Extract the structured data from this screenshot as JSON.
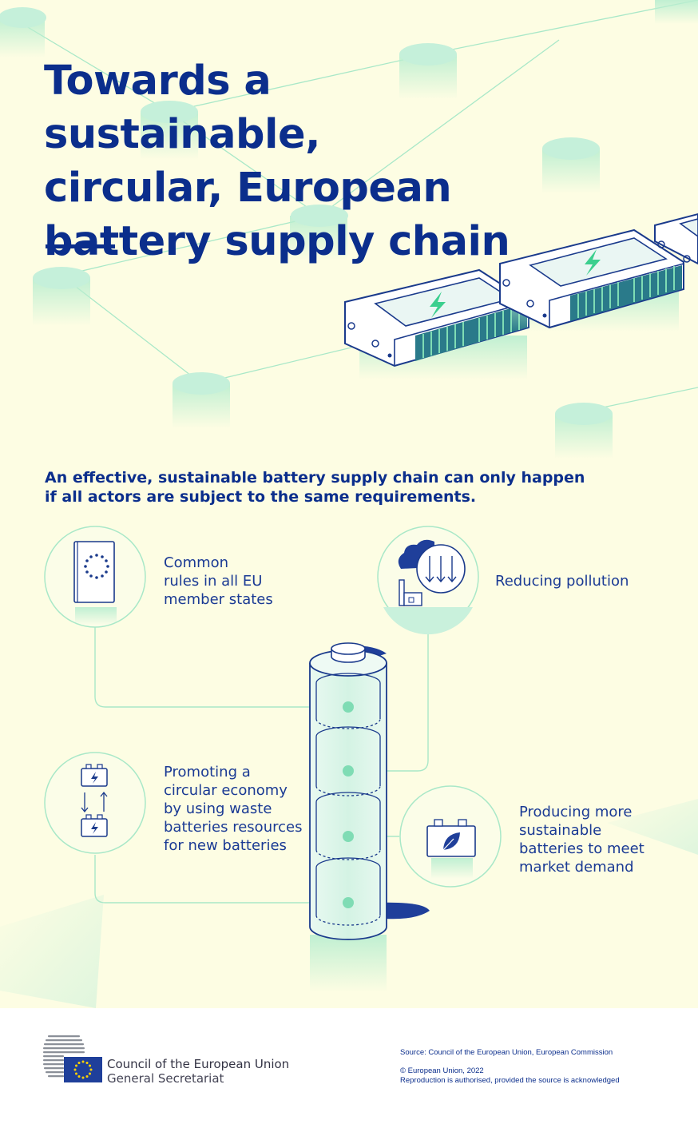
{
  "header": {
    "title_lines": [
      "Towards a sustainable,",
      "circular, European",
      "battery supply chain"
    ]
  },
  "intro": {
    "lines": [
      "An effective, sustainable battery supply chain can only happen",
      "if all actors are subject to the same requirements."
    ]
  },
  "benefits": {
    "common_rules": [
      "Common",
      "rules in all EU",
      "member states"
    ],
    "reducing_pollution": [
      "Reducing pollution"
    ],
    "circular_economy": [
      "Promoting a",
      "circular economy",
      "by using waste",
      "batteries resources",
      "for new batteries"
    ],
    "sustainable_batteries": [
      "Producing more",
      "sustainable",
      "batteries to meet",
      "market demand"
    ]
  },
  "footer": {
    "org_name": "Council of the European Union",
    "org_sub": "General Secretariat",
    "source": "Source: Council of the European Union, European Commission",
    "copyright": "© European Union, 2022",
    "reproduction": "Reproduction is authorised, provided the source is acknowledged"
  },
  "colors": {
    "background": "#fdfde3",
    "navy": "#0b2e8c",
    "mint": "#7fdcb4",
    "eu_blue": "#1f3f9a",
    "eu_gold": "#ffd200"
  },
  "icons": [
    "eu-rulebook-icon",
    "pollution-reduction-icon",
    "circular-battery-icon",
    "leaf-battery-icon",
    "lightning-bolt-icon"
  ]
}
